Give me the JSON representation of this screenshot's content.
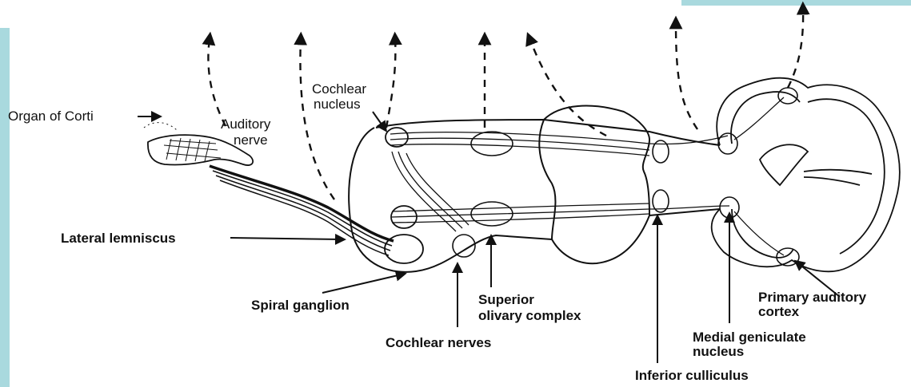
{
  "colors": {
    "frame_accent": "#a9d9de",
    "ink": "#111111",
    "paper": "#ffffff"
  },
  "labels": {
    "organ_of_corti": "Organ of Corti",
    "auditory_nerve_line1": "Auditory",
    "auditory_nerve_line2": "nerve",
    "cochlear_nucleus_line1": "Cochlear",
    "cochlear_nucleus_line2": "nucleus",
    "lateral_lemniscus": "Lateral lemniscus",
    "spiral_ganglion": "Spiral ganglion",
    "superior_olivary_line1": "Superior",
    "superior_olivary_line2": "olivary complex",
    "cochlear_nerves": "Cochlear nerves",
    "inferior_colliculus": "Inferior culliculus",
    "medial_geniculate_line1": "Medial geniculate",
    "medial_geniculate_line2": "nucleus",
    "primary_auditory_line1": "Primary auditory",
    "primary_auditory_line2": "cortex"
  }
}
